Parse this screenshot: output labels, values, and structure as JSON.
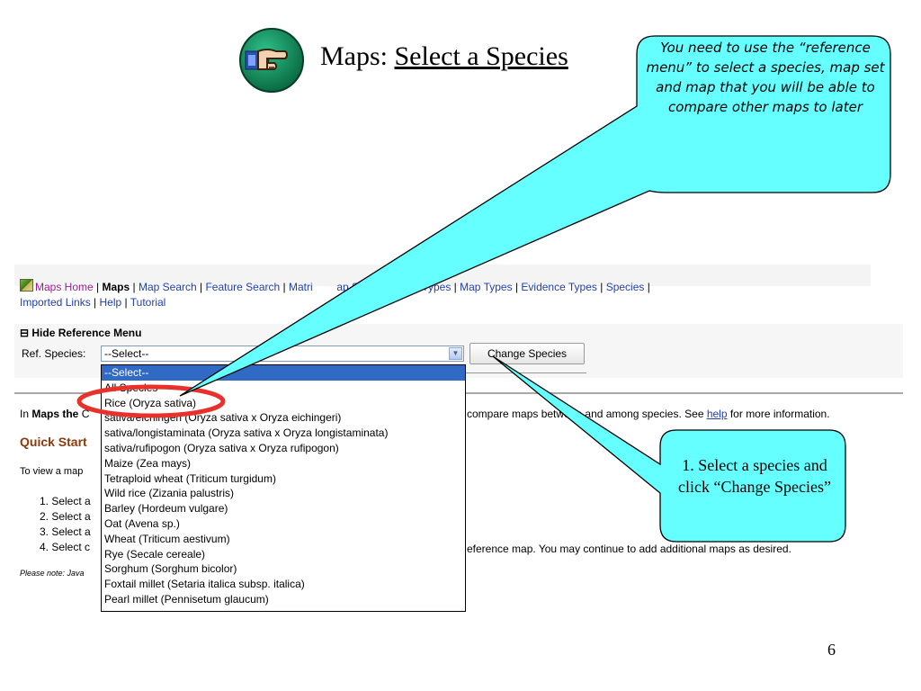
{
  "slide": {
    "title_prefix": "Maps: ",
    "title_link": "Select a Species",
    "page_number": "6"
  },
  "nav": {
    "items": [
      {
        "label": "Maps Home"
      },
      {
        "label": "Maps"
      },
      {
        "label": "Map Search"
      },
      {
        "label": "Feature Search"
      },
      {
        "label": "Matri"
      },
      {
        "label": "ap Sets"
      },
      {
        "label": "Feature Types"
      },
      {
        "label": "Map Types"
      },
      {
        "label": "Evidence Types"
      },
      {
        "label": "Species"
      },
      {
        "label": "Imported Links"
      },
      {
        "label": "Help"
      },
      {
        "label": "Tutorial"
      }
    ]
  },
  "reference_menu": {
    "toggle_label": "⊟ Hide Reference Menu",
    "species_label": "Ref. Species:",
    "selected_value": "--Select--",
    "change_button": "Change Species"
  },
  "dropdown_options": [
    "--Select--",
    "All Species",
    "Rice (Oryza sativa)",
    "sativa/eichingeri (Oryza sativa x Oryza eichingeri)",
    "sativa/longistaminata (Oryza sativa x Oryza longistaminata)",
    "sativa/rufipogon (Oryza sativa x Oryza rufipogon)",
    "Maize (Zea mays)",
    "Tetraploid wheat (Triticum turgidum)",
    "Wild rice (Zizania palustris)",
    "Barley (Hordeum vulgare)",
    "Oat (Avena sp.)",
    "Wheat (Triticum aestivum)",
    "Rye (Secale cereale)",
    "Sorghum (Sorghum bicolor)",
    "Foxtail millet (Setaria italica subsp. italica)",
    "Pearl millet (Pennisetum glaucum)"
  ],
  "page_content": {
    "intro_prefix": "In ",
    "intro_bold": "Maps the",
    "intro_tail": " C",
    "intro_right": "compare maps between and among species. See ",
    "help_link": "help",
    "intro_end": " for more information.",
    "quick_start": "Quick Start",
    "to_view": "To view a map",
    "steps": [
      "1.  Select a",
      "2.  Select a",
      "3.  Select a",
      "4.  Select c"
    ],
    "step4_right": "eference map. You may continue to add additional maps as desired.",
    "please_note": "Please note: Java"
  },
  "callouts": {
    "top": "You need to use the “reference menu” to select a species, map set and map that you will be able to compare other maps to later",
    "bottom": "1. Select a species and click “Change Species”"
  },
  "colors": {
    "callout_fill": "#66ffff",
    "highlight_ring": "#e8312a",
    "selected_option": "#316ac5",
    "quick_start": "#8b3a0e",
    "link": "#1f3fb0"
  }
}
